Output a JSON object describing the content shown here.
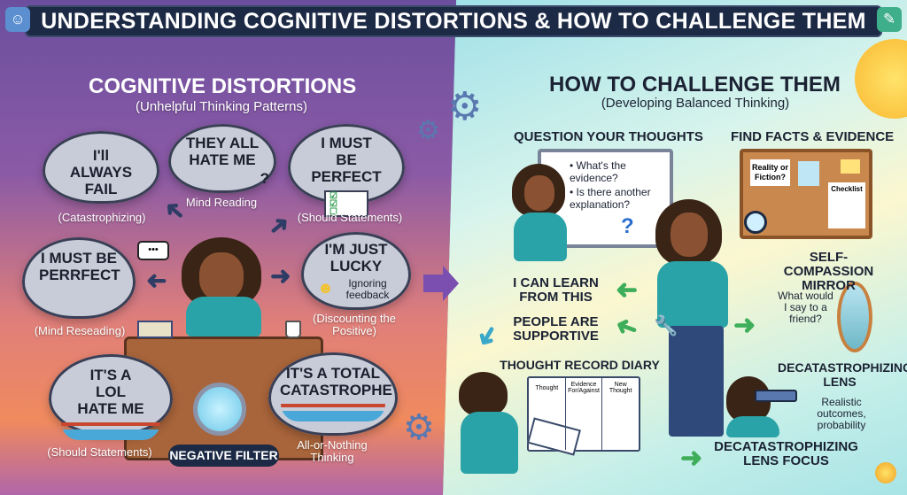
{
  "title": "UNDERSTANDING COGNITIVE DISTORTIONS & HOW TO CHALLENGE THEM",
  "left": {
    "heading": "COGNITIVE DISTORTIONS",
    "subheading": "(Unhelpful Thinking Patterns)",
    "clouds": [
      {
        "thought": "I'll ALWAYS FAIL",
        "caption": "(Catastrophizing)"
      },
      {
        "thought": "THEY ALL HATE ME",
        "caption": "Mind Reading",
        "extra": "?"
      },
      {
        "thought": "I MUST BE PERFECT",
        "caption": "(Should Statements)"
      },
      {
        "thought": "I MUST BE PERRFECT",
        "caption": "(Mind Reseading)"
      },
      {
        "thought": "I'M JUST LUCKY",
        "note": "Ignoring feedback",
        "caption": "(Discounting the Positive)"
      },
      {
        "thought": "IT'S A LOL HATE ME",
        "caption": "(Should Statements)"
      },
      {
        "thought": "IT'S A TOTAL CATASTROPHE",
        "caption": "All-or-Nothing Thinking"
      }
    ],
    "speech_bubble": "•••",
    "filter_label": "NEGATIVE FILTER"
  },
  "right": {
    "heading": "HOW TO CHALLENGE THEM",
    "subheading": "(Developing Balanced Thinking)",
    "question": {
      "label": "QUESTION YOUR THOUGHTS",
      "bullets": [
        "What's the evidence?",
        "Is there another explanation?"
      ],
      "mark": "?"
    },
    "facts": {
      "label": "FIND FACTS & EVIDENCE",
      "note": "Reality or Fiction?",
      "checklist": "Checklist"
    },
    "mirror": {
      "label": "SELF-COMPASSION MIRROR",
      "text": "What would I say to a friend?"
    },
    "affirmations": [
      "I CAN LEARN FROM THIS",
      "PEOPLE ARE SUPPORTIVE"
    ],
    "diary": {
      "label": "THOUGHT RECORD DIARY",
      "columns": [
        "Thought",
        "Evidence For/Against",
        "New Thought"
      ]
    },
    "lens": {
      "label": "DECATASTROPHIZING LENS",
      "text": "Realistic outcomes, probability"
    },
    "focus": "DECATASTROPHIZING LENS FOCUS"
  },
  "colors": {
    "banner": "#1d2a45",
    "arrow_green": "#3fae5a",
    "arrow_purple": "#7a4fb0"
  }
}
